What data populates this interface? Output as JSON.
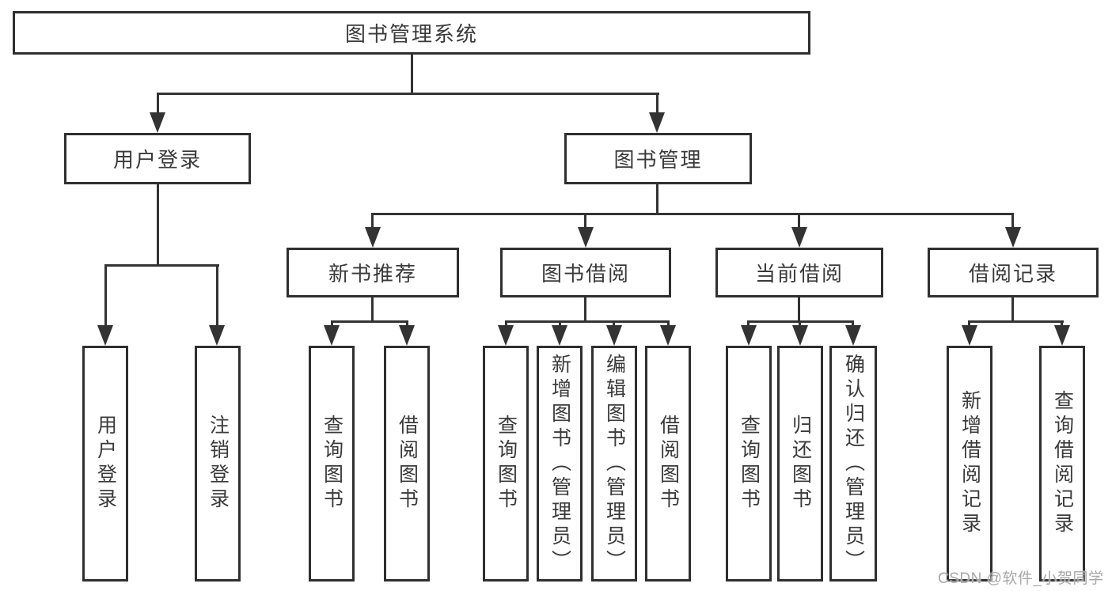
{
  "tree": {
    "root": {
      "label": "图书管理系统"
    },
    "branches": [
      {
        "label": "用户登录",
        "leaves": [
          {
            "label": "用户登录"
          },
          {
            "label": "注销登录"
          }
        ]
      },
      {
        "label": "图书管理",
        "groups": [
          {
            "label": "新书推荐",
            "leaves": [
              {
                "label": "查询图书"
              },
              {
                "label": "借阅图书"
              }
            ]
          },
          {
            "label": "图书借阅",
            "leaves": [
              {
                "label": "查询图书"
              },
              {
                "label": "新增图书（管理员）"
              },
              {
                "label": "编辑图书（管理员）"
              },
              {
                "label": "借阅图书"
              }
            ]
          },
          {
            "label": "当前借阅",
            "leaves": [
              {
                "label": "查询图书"
              },
              {
                "label": "归还图书"
              },
              {
                "label": "确认归还（管理员）"
              }
            ]
          },
          {
            "label": "借阅记录",
            "leaves": [
              {
                "label": "新增借阅记录"
              },
              {
                "label": "查询借阅记录"
              }
            ]
          }
        ]
      }
    ]
  },
  "watermark": {
    "text": "CSDN @软件_小贺同学"
  },
  "colors": {
    "line": "#333333",
    "box_border": "#2f2f2f",
    "text": "#3a3a3a",
    "watermark": "#a8a8a8",
    "background": "#ffffff"
  }
}
